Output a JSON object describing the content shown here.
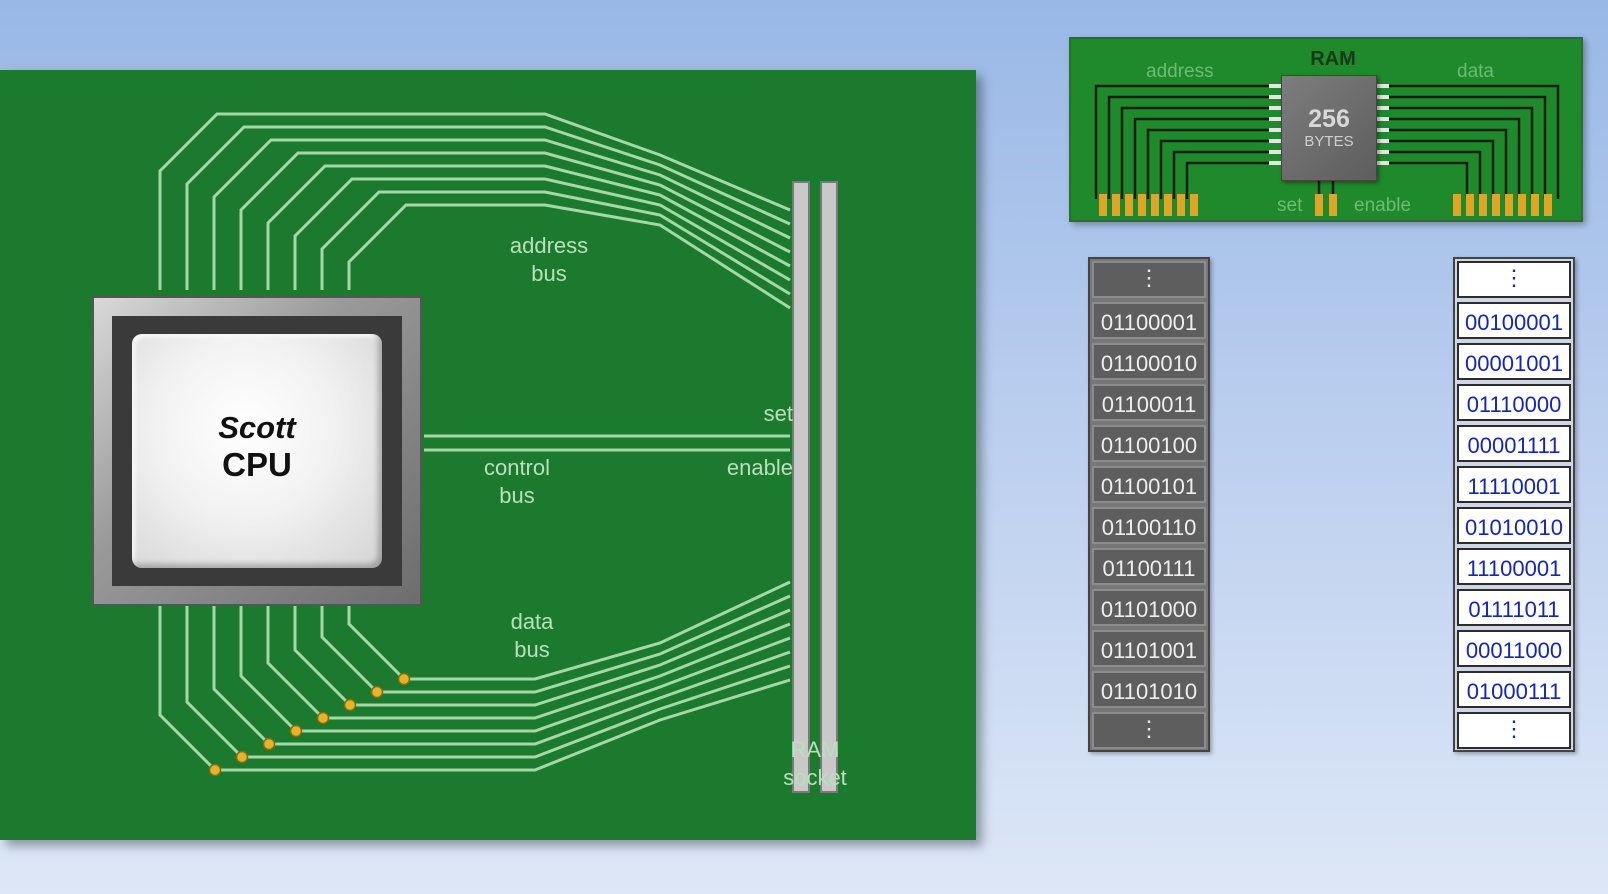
{
  "cpu": {
    "name": "Scott",
    "label": "CPU"
  },
  "board": {
    "address_bus_label_line1": "address",
    "address_bus_label_line2": "bus",
    "control_bus_label_line1": "control",
    "control_bus_label_line2": "bus",
    "set_label": "set",
    "enable_label": "enable",
    "data_bus_label_line1": "data",
    "data_bus_label_line2": "bus",
    "ram_socket_label_line1": "RAM",
    "ram_socket_label_line2": "socket"
  },
  "ram_module": {
    "title": "RAM",
    "address_label": "address",
    "data_label": "data",
    "size_value": "256",
    "size_unit": "BYTES",
    "set_label": "set",
    "enable_label": "enable"
  },
  "memory": {
    "ellipsis": "⋮",
    "addresses": [
      "01100001",
      "01100010",
      "01100011",
      "01100100",
      "01100101",
      "01100110",
      "01100111",
      "01101000",
      "01101001",
      "01101010"
    ],
    "values": [
      "00100001",
      "00001001",
      "01110000",
      "00001111",
      "11110001",
      "01010010",
      "11100001",
      "01111011",
      "00011000",
      "01000111"
    ]
  },
  "colors": {
    "board_green": "#1b7a2d",
    "trace_green": "#a6d7a6",
    "address_cell_gray": "#5e5e5e",
    "data_text_blue": "#1226b8"
  }
}
